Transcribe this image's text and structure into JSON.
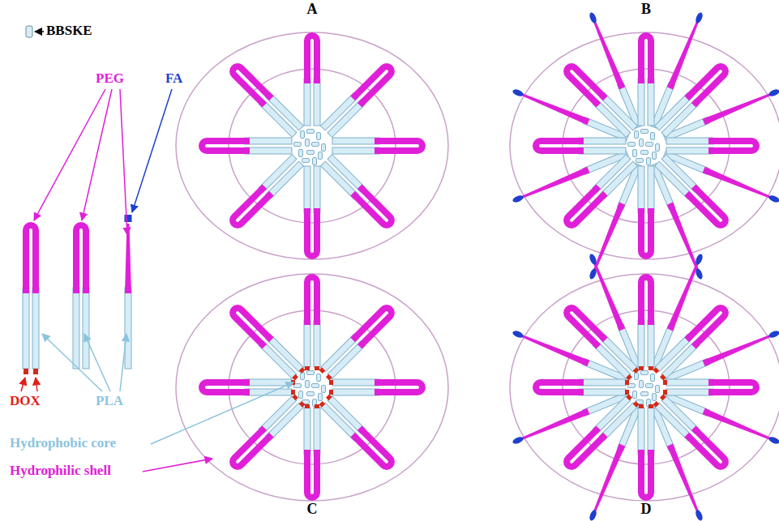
{
  "diagram": {
    "labels": [
      "A",
      "B",
      "C",
      "D",
      "BBSKE",
      "PEG",
      "FA",
      "DOX",
      "PLA",
      "Hydrophobic core",
      "Hydrophilic shell"
    ]
  }
}
